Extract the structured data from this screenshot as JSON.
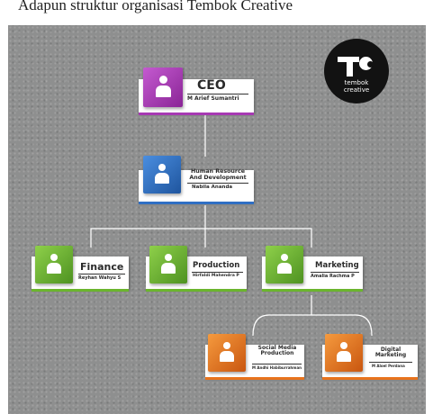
{
  "caption": "Adapun struktur organisasi Tembok Creative",
  "logo": {
    "line1": "tembok",
    "line2": "creative",
    "icon": "tembok-t-logo"
  },
  "colors": {
    "purple": "#a639b3",
    "blue": "#2f6fc4",
    "green": "#6bb52d",
    "orange": "#e8731c"
  },
  "org": {
    "ceo": {
      "title": "CEO",
      "name": "M Arief Sumantri"
    },
    "hrd": {
      "title": "Human Resource And Development",
      "name": "Nabila Ananda"
    },
    "finance": {
      "title": "Finance",
      "name": "Reyhan Wahyu S"
    },
    "production": {
      "title": "Production",
      "name": "Hirfaldi Mahendra P"
    },
    "marketing": {
      "title": "Marketing",
      "name": "Amalia Rachma P"
    },
    "social_media": {
      "title": "Social Media Production",
      "name": "M Andhi Habiburrahman"
    },
    "digital_marketing": {
      "title": "Digital Marketing",
      "name": "M Aloel Perdana"
    }
  }
}
